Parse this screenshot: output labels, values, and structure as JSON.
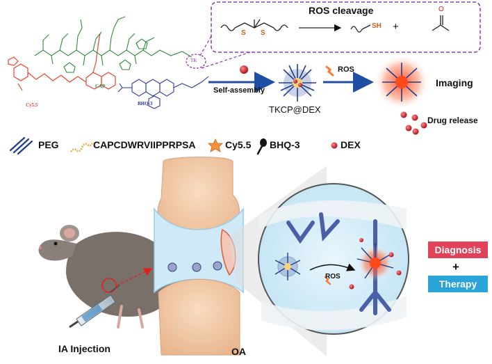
{
  "top": {
    "ros_cleavage_title": "ROS cleavage",
    "cleavage_product_sh": "SH",
    "cleavage_plus": "+",
    "thioketal_s1": "S",
    "thioketal_s2": "S",
    "ketone_o": "O",
    "tk_label": "TK",
    "cap_label": "CAP",
    "cy55_label": "Cy5.5",
    "bhq3_label": "BHQ-3",
    "self_assembly": "Self-assembly",
    "nanoparticle_name": "TKCP@DEX",
    "ros_arrow_label": "ROS",
    "imaging": "Imaging",
    "drug_release": "Drug release"
  },
  "legend": [
    {
      "name": "PEG",
      "icon": "peg-icon"
    },
    {
      "name": "CAPCDWRVIIPPRPSA",
      "icon": "peptide-icon"
    },
    {
      "name": "Cy5.5",
      "icon": "cy55-star-icon"
    },
    {
      "name": "BHQ-3",
      "icon": "bhq3-icon"
    },
    {
      "name": "DEX",
      "icon": "dex-dot-icon"
    }
  ],
  "bottom": {
    "injection_label": "IA Injection",
    "oa_label": "OA",
    "zoom_ros": "ROS",
    "diagnosis": "Diagnosis",
    "plus": "+",
    "therapy": "Therapy"
  },
  "colors": {
    "cy55": "#e8452c",
    "cap": "#2e8b3a",
    "bhq3": "#2b3aa0",
    "tk_box": "#8a3aa8",
    "arrow_blue": "#1f4ea3",
    "diagnosis_bg": "#e0425a",
    "therapy_bg": "#2aa3d8",
    "bone": "#f3c9a0",
    "cartilage": "#bfe0f2"
  }
}
